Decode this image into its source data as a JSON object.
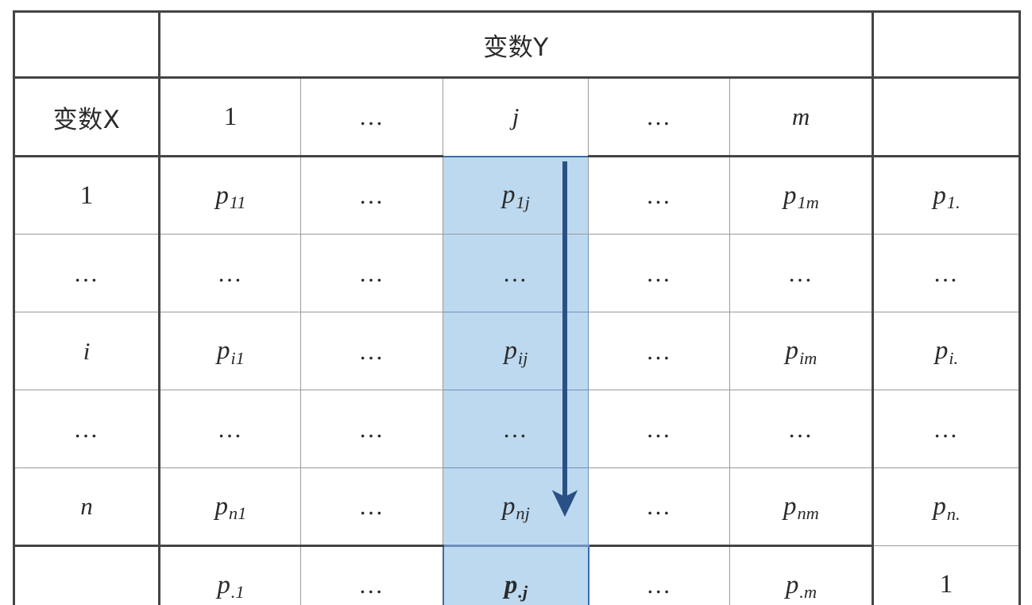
{
  "figure": {
    "kind": "contingency-table-diagram",
    "highlight_color": "#bdd9ef",
    "highlight_border_color": "#3a6ba5",
    "arrow_color": "#2a5184",
    "grid_line_color": "#9b9b9b",
    "frame_color": "#444444"
  },
  "headers": {
    "corner_blank": "",
    "variable_x": "变数X",
    "variable_y": "变数Y",
    "margin_blank": ""
  },
  "column_labels": [
    "1",
    "…",
    "j",
    "…",
    "m"
  ],
  "row_labels": [
    "1",
    "…",
    "i",
    "…",
    "n"
  ],
  "cells": [
    [
      {
        "base": "p",
        "sub": "11"
      },
      {
        "base": "",
        "sub": "",
        "text": "…"
      },
      {
        "base": "p",
        "sub": "1j"
      },
      {
        "base": "",
        "sub": "",
        "text": "…"
      },
      {
        "base": "p",
        "sub": "1m"
      }
    ],
    [
      {
        "text": "…"
      },
      {
        "text": "…"
      },
      {
        "text": "…"
      },
      {
        "text": "…"
      },
      {
        "text": "…"
      }
    ],
    [
      {
        "base": "p",
        "sub": "i1"
      },
      {
        "text": "…"
      },
      {
        "base": "p",
        "sub": "ij"
      },
      {
        "text": "…"
      },
      {
        "base": "p",
        "sub": "im"
      }
    ],
    [
      {
        "text": "…"
      },
      {
        "text": "…"
      },
      {
        "text": "…"
      },
      {
        "text": "…"
      },
      {
        "text": "…"
      }
    ],
    [
      {
        "base": "p",
        "sub": "n1"
      },
      {
        "text": "…"
      },
      {
        "base": "p",
        "sub": "nj"
      },
      {
        "text": "…"
      },
      {
        "base": "p",
        "sub": "nm"
      }
    ]
  ],
  "row_margins": [
    {
      "base": "p",
      "sub": "1."
    },
    {
      "text": "…"
    },
    {
      "base": "p",
      "sub": "i."
    },
    {
      "text": "…"
    },
    {
      "base": "p",
      "sub": "n."
    }
  ],
  "column_margins": [
    {
      "base": "p",
      "sub": ".1"
    },
    {
      "text": "…"
    },
    {
      "base": "p",
      "sub": ".j",
      "bold": true
    },
    {
      "text": "…"
    },
    {
      "base": "p",
      "sub": ".m"
    }
  ],
  "grand_total": "1",
  "bottom_left_blank": "",
  "annotation": {
    "arrow_name": "column-sum-arrow",
    "arrow_direction": "down",
    "highlighted_column_label": "j"
  },
  "rendered_text": {
    "r0c0": "p11",
    "r0c1": "…",
    "r0c2": "p1j",
    "r0c3": "…",
    "r0c4": "p1m",
    "r0m": "p1.",
    "r1c0": "…",
    "r1c1": "…",
    "r1c2": "…",
    "r1c3": "…",
    "r1c4": "…",
    "r1m": "…",
    "r2c0": "pi1",
    "r2c1": "…",
    "r2c2": "pij",
    "r2c3": "…",
    "r2c4": "pim",
    "r2m": "pi.",
    "r3c0": "…",
    "r3c1": "…",
    "r3c2": "…",
    "r3c3": "…",
    "r3c4": "…",
    "r3m": "…",
    "r4c0": "pn1",
    "r4c1": "…",
    "r4c2": "pnj",
    "r4c3": "…",
    "r4c4": "pnm",
    "r4m": "pn.",
    "b0": "p.1",
    "b1": "…",
    "b2": "p.j",
    "b3": "…",
    "b4": "p.m",
    "bm": "1"
  }
}
